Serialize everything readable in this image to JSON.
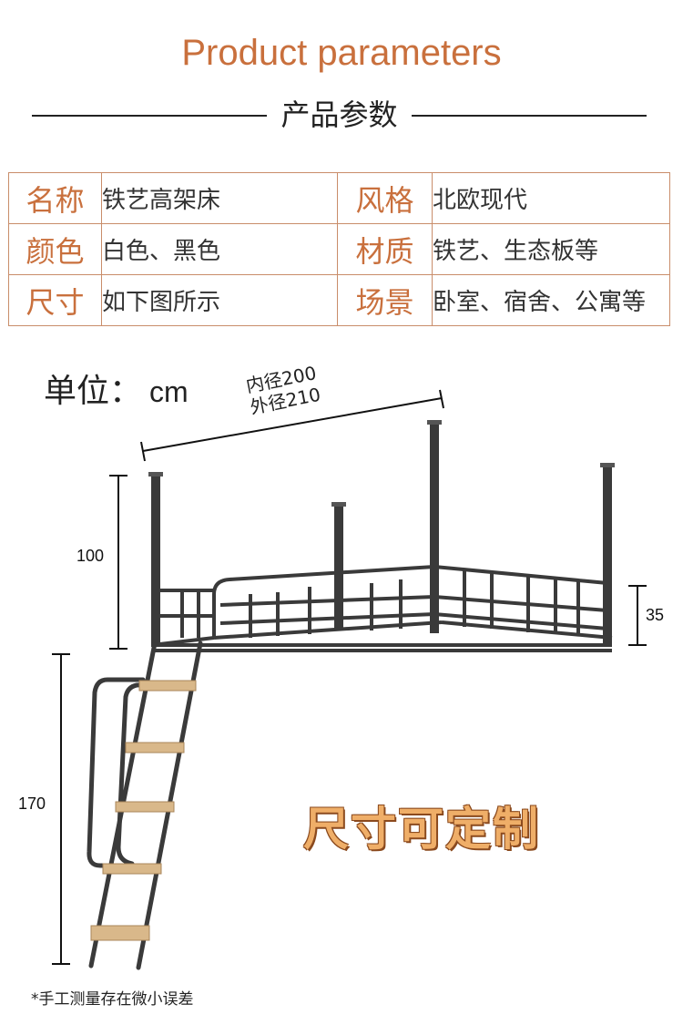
{
  "header": {
    "title": "Product parameters",
    "subtitle": "产品参数"
  },
  "params": {
    "rows": [
      {
        "k1": "名称",
        "v1": "铁艺高架床",
        "k2": "风格",
        "v2": "北欧现代"
      },
      {
        "k1": "颜色",
        "v1": "白色、黑色",
        "k2": "材质",
        "v2": "铁艺、生态板等"
      },
      {
        "k1": "尺寸",
        "v1": "如下图所示",
        "k2": "场景",
        "v2": "卧室、宿舍、公寓等"
      }
    ]
  },
  "diagram": {
    "unit_label": "单位：",
    "unit_value": "cm",
    "inner_diameter": "内径200",
    "outer_diameter": "外径210",
    "dim_height": "100",
    "dim_rail": "35",
    "dim_ladder": "170",
    "custom_text": "尺寸可定制"
  },
  "footer": {
    "note": "*手工测量存在微小误差"
  },
  "colors": {
    "accent": "#c9703d",
    "border": "#c98d6a",
    "frame": "#3a3a3a",
    "step": "#d9b88a",
    "custom_text": "#efae68"
  }
}
